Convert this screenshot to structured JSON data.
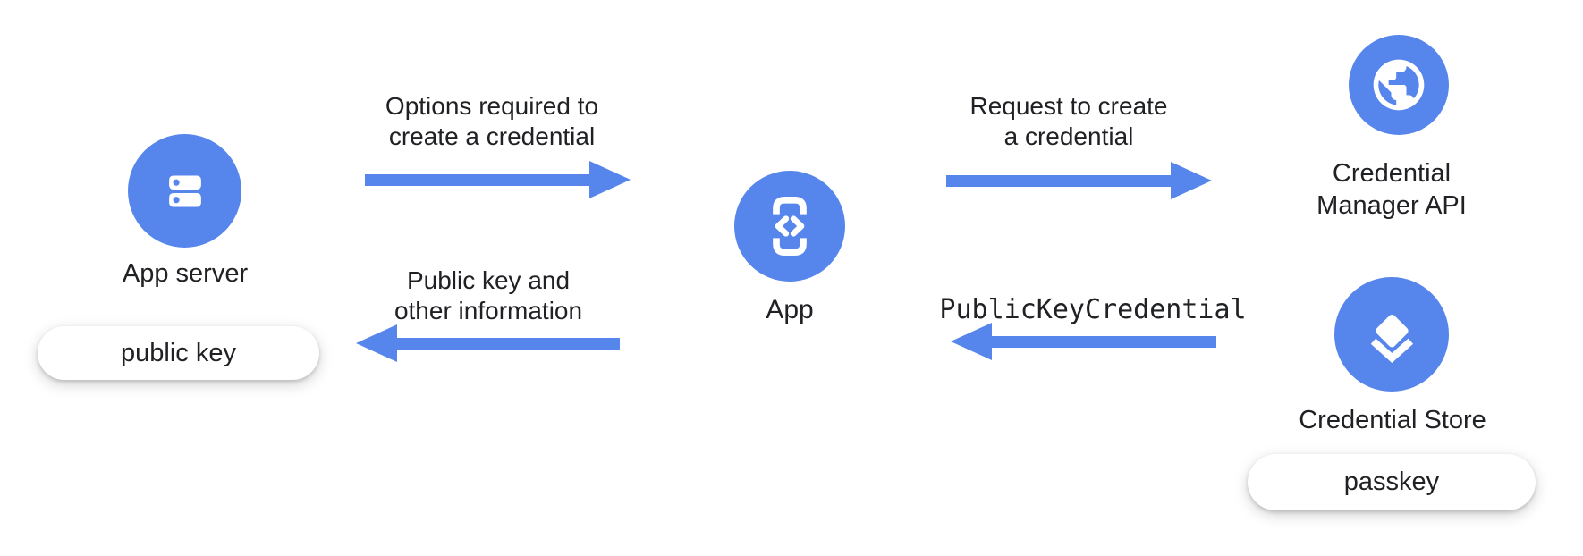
{
  "colors": {
    "node_blue": "#5685EC",
    "arrow_blue": "#5685EC",
    "text": "#202124",
    "pill_background": "#ffffff"
  },
  "diagram": {
    "nodes": [
      {
        "id": "app-server",
        "label": "App server",
        "icon": "server-icon"
      },
      {
        "id": "app",
        "label": "App",
        "icon": "phone-code-icon"
      },
      {
        "id": "credential-manager-api",
        "label_line1": "Credential",
        "label_line2": "Manager API",
        "icon": "globe-icon"
      },
      {
        "id": "credential-store",
        "label": "Credential Store",
        "icon": "layers-icon"
      }
    ],
    "badges": [
      {
        "id": "public-key",
        "label": "public key"
      },
      {
        "id": "passkey",
        "label": "passkey"
      }
    ],
    "arrows": [
      {
        "direction": "right",
        "label_line1": "Options required to",
        "label_line2": "create a credential"
      },
      {
        "direction": "right",
        "label_line1": "Request to create",
        "label_line2": "a credential"
      },
      {
        "direction": "left",
        "label": "PublicKeyCredential",
        "code_style": true
      },
      {
        "direction": "left",
        "label_line1": "Public key and",
        "label_line2": "other information"
      }
    ]
  }
}
